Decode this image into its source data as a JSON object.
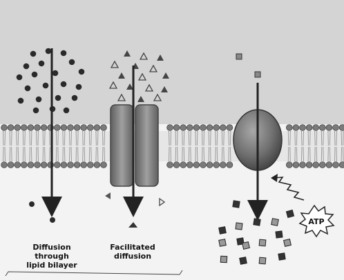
{
  "labels": {
    "lipid_bilayer": "Diffusion\nthrough\nlipid bilayer",
    "facilitated": "Facilitated\ndiffusion",
    "atp": "ATP"
  },
  "colors": {
    "background": "#d9d9d9",
    "head": "#7a7a7a",
    "tail": "#9a9a9a",
    "arrow": "#222222",
    "particle_dark": "#2a2a2a",
    "channel": "#8a8a8a",
    "carrier": "#6f6f6f"
  }
}
